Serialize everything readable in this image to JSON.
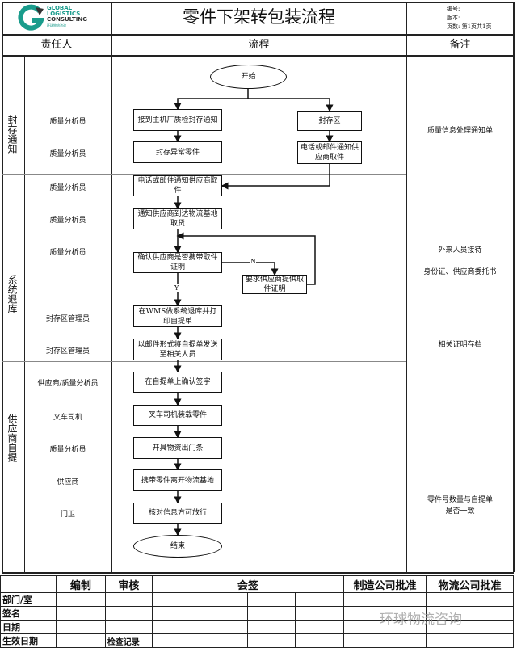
{
  "header": {
    "logo": {
      "line1": "GLOBAL",
      "line2": "LOGISTICS",
      "line3": "CONSULTING",
      "sub": "环球物流咨询"
    },
    "title": "零件下架转包装流程",
    "meta": [
      "编号:",
      "版本:",
      "页数: 第1页共1页"
    ]
  },
  "columns": {
    "responsible": "责任人",
    "flow": "流程",
    "notes": "备注"
  },
  "lanes": [
    "封存通知",
    "系统退库",
    "供应商自提"
  ],
  "roles": [
    "质量分析员",
    "质量分析员",
    "质量分析员",
    "质量分析员",
    "质量分析员",
    "封存区管理员",
    "封存区管理员",
    "供应商/质量分析员",
    "叉车司机",
    "质量分析员",
    "供应商",
    "门卫"
  ],
  "flow": {
    "start": "开始",
    "end": "结束",
    "steps": [
      "接到主机厂质检封存通知",
      "封存区",
      "封存异常零件",
      "电话或邮件通知供应商取件",
      "电话或邮件通知供应商取件",
      "通知供应商到达物流基地取货",
      "确认供应商是否携带取件证明",
      "要求供应商提供取件证明",
      "在WMS做系统退库并打印自提单",
      "以邮件形式将自提单发送至相关人员",
      "在自提单上确认签字",
      "叉车司机装载零件",
      "开具物资出门条",
      "携带零件离开物流基地",
      "核对信息方可放行"
    ],
    "yes": "Y",
    "no": "N"
  },
  "notes": [
    "质量信息处理通知单",
    "外来人员接待",
    "身份证、供应商委托书",
    "相关证明存档",
    "零件号数量与自提单是否一致"
  ],
  "signoff": {
    "headers": [
      "编制",
      "审核",
      "会签",
      "制造公司批准",
      "物流公司批准"
    ],
    "rows": [
      "部门/室",
      "签名",
      "日期",
      "生效日期"
    ],
    "check": "检查记录"
  },
  "watermark": "环球物流咨询"
}
